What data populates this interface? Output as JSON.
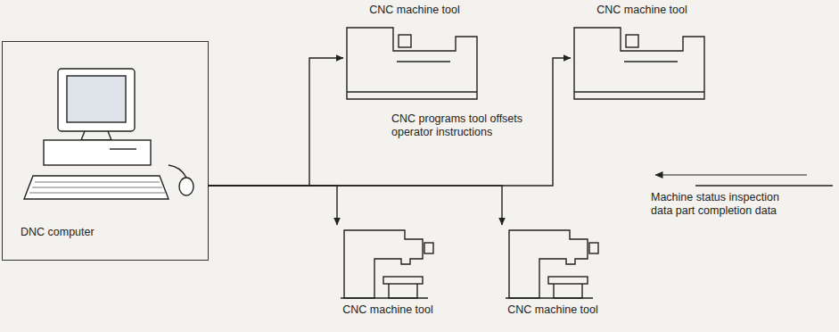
{
  "diagram": {
    "nodes": [
      {
        "text": [
          "DNC computer"
        ]
      },
      {
        "text": [
          "CNC machine tool"
        ]
      },
      {
        "text": [
          "CNC machine tool"
        ]
      },
      {
        "text": [
          "CNC machine tool"
        ]
      },
      {
        "text": [
          "CNC machine tool"
        ]
      }
    ],
    "edges": [
      {
        "from": 0,
        "to": 1,
        "arrow": "to"
      },
      {
        "from": 0,
        "to": 2,
        "arrow": "to"
      },
      {
        "from": 0,
        "to": 3,
        "arrow": "to"
      },
      {
        "from": 0,
        "to": 4,
        "arrow": "to"
      }
    ],
    "labels": [
      "CNC programs tool offsets operator instructions",
      "Machine status inspection data part completion data"
    ]
  }
}
